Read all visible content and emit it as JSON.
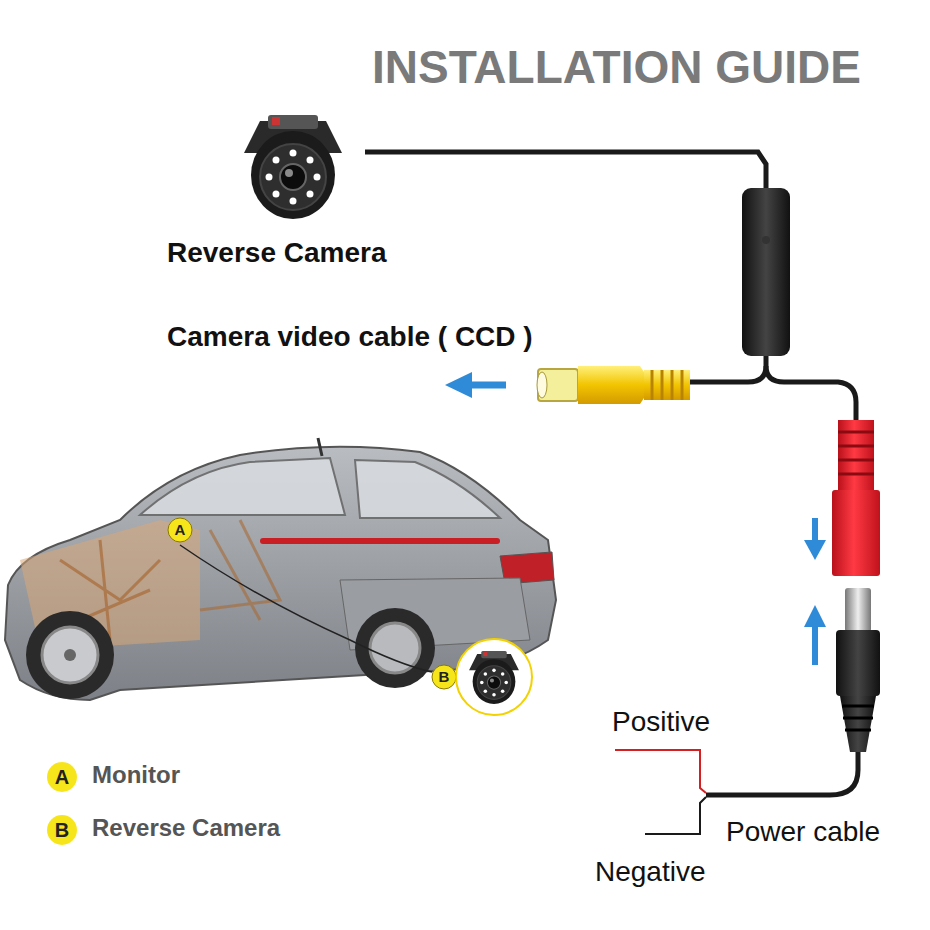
{
  "diagram": {
    "title": "INSTALLATION GUIDE",
    "labels": [
      "Reverse Camera",
      "Camera video cable ( CCD )",
      "A",
      "B",
      "Positive",
      "Power cable",
      "Negative",
      "A",
      "B"
    ],
    "legend": [
      {
        "text": "Monitor",
        "color": "#f7e51c"
      },
      {
        "text": "Reverse Camera",
        "color": "#f7e51c"
      }
    ]
  }
}
